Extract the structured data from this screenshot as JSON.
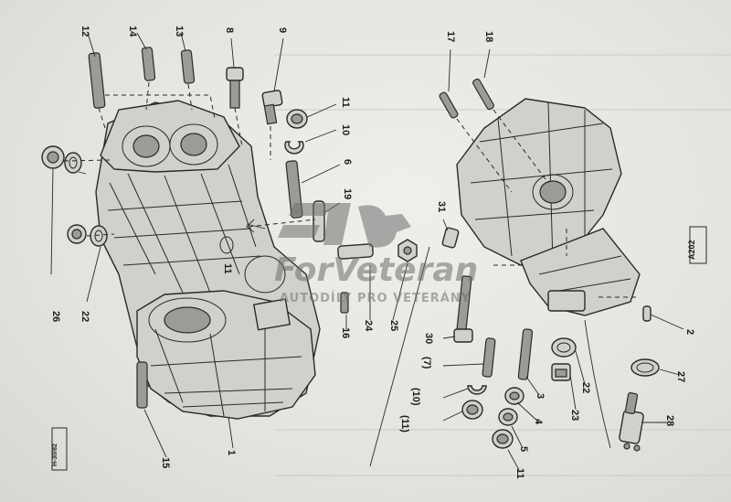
{
  "figure": {
    "page_code": "A202",
    "ref_code": "H-30/82"
  },
  "watermark": {
    "brand": "ForVeteran",
    "tagline": "AUTODÍLY PRO VETERÁNY"
  },
  "callouts": [
    {
      "id": "c12",
      "label": "12"
    },
    {
      "id": "c14",
      "label": "14"
    },
    {
      "id": "c13",
      "label": "13"
    },
    {
      "id": "c8",
      "label": "8"
    },
    {
      "id": "c9",
      "label": "9"
    },
    {
      "id": "c11a",
      "label": "11"
    },
    {
      "id": "c10",
      "label": "10"
    },
    {
      "id": "c6",
      "label": "6"
    },
    {
      "id": "c19",
      "label": "19"
    },
    {
      "id": "c11b",
      "label": "11"
    },
    {
      "id": "c26",
      "label": "26"
    },
    {
      "id": "c22a",
      "label": "22"
    },
    {
      "id": "c16",
      "label": "16"
    },
    {
      "id": "c24",
      "label": "24"
    },
    {
      "id": "c25",
      "label": "25"
    },
    {
      "id": "c15",
      "label": "15"
    },
    {
      "id": "c1",
      "label": "1"
    },
    {
      "id": "c17",
      "label": "17"
    },
    {
      "id": "c18",
      "label": "18"
    },
    {
      "id": "c31",
      "label": "31"
    },
    {
      "id": "c30",
      "label": "30"
    },
    {
      "id": "c7p",
      "label": "(7)"
    },
    {
      "id": "c10p",
      "label": "(10)"
    },
    {
      "id": "c11p",
      "label": "(11)"
    },
    {
      "id": "c3",
      "label": "3"
    },
    {
      "id": "c4",
      "label": "4"
    },
    {
      "id": "c5",
      "label": "5"
    },
    {
      "id": "c11c",
      "label": "11"
    },
    {
      "id": "c22b",
      "label": "22"
    },
    {
      "id": "c23",
      "label": "23"
    },
    {
      "id": "c2",
      "label": "2"
    },
    {
      "id": "c27",
      "label": "27"
    },
    {
      "id": "c28",
      "label": "28"
    }
  ]
}
